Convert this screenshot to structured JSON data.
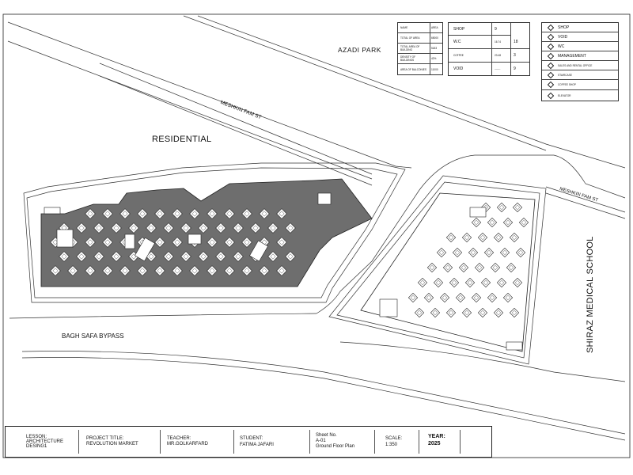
{
  "labels": {
    "azadi_park": "AZADI PARK",
    "meshkin_fam_top": "MESHKIN FAM ST",
    "meshkin_fam_right": "MESHKIN FAM ST",
    "residential": "RESIDENTIAL",
    "bagh_safa": "BAGH SAFA BYPASS",
    "shiraz_medical": "SHIRAZ MEDICAL SCHOOL"
  },
  "area_table": {
    "headers": [
      "NAME",
      "AREA"
    ],
    "rows": [
      [
        "TOTAL OF AREA",
        "65000"
      ],
      [
        "TOTAL AREA OF BUILDING",
        "5183"
      ],
      [
        "DENSITY OF BUILDINGS",
        "42%"
      ],
      [
        "AREA OF BALCONIES",
        "11000"
      ]
    ]
  },
  "counts_table": {
    "rows": [
      {
        "name": "SHOP",
        "area": "",
        "count": "9"
      },
      {
        "name": "W.C",
        "area": "16.74",
        "count": "18"
      },
      {
        "name": "COFFEE",
        "area": "23.48",
        "count": "3"
      },
      {
        "name": "VOID",
        "area": "-------",
        "count": "9"
      }
    ]
  },
  "legend": {
    "items": [
      "SHOP",
      "VOID",
      "WC",
      "MANAGEMENT",
      "SALES AND RENTAL OFFICE",
      "STAIRCASE",
      "COFFEE SHOP",
      "ELEVATOR"
    ]
  },
  "title_block": {
    "lesson_label": "LESSON:",
    "lesson_value1": "ARCHITECTURE",
    "lesson_value2": "DESING1",
    "project_label": "PROJECT TITLE:",
    "project_value": "REVOLUTION MARKET",
    "teacher_label": "TEACHER:",
    "teacher_value": "MR.GOLKARFARD",
    "student_label": "STUDENT:",
    "student_value": "FATIMA JAFARI",
    "sheet_label": "Sheet No.",
    "sheet_value": "A-01",
    "sheet_title": "Ground Floor Plan",
    "scale_label": "SCALE:",
    "scale_value": "1:350",
    "year_label": "YEAR:",
    "year_value": "2025"
  },
  "colors": {
    "building_fill": "#6e6e6e",
    "line": "#222222",
    "paper": "#ffffff"
  }
}
